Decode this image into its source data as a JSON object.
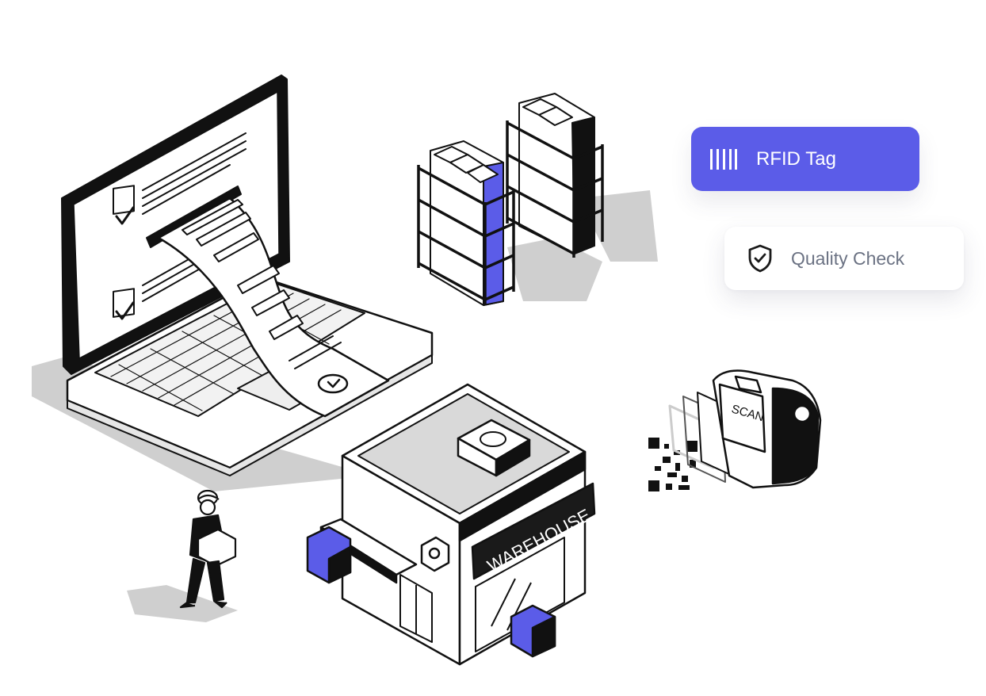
{
  "tags": {
    "rfid": {
      "label": "RFID Tag",
      "icon": "barcode-icon"
    },
    "quality": {
      "label": "Quality Check",
      "icon": "shield-check-icon"
    }
  },
  "warehouse": {
    "sign": "WAREHOUSE"
  },
  "scanner": {
    "screen_text": "SCAN"
  },
  "colors": {
    "accent": "#5b5ce8",
    "ink": "#111111",
    "shadow": "#c8c8c8",
    "muted_text": "#6b7283"
  }
}
